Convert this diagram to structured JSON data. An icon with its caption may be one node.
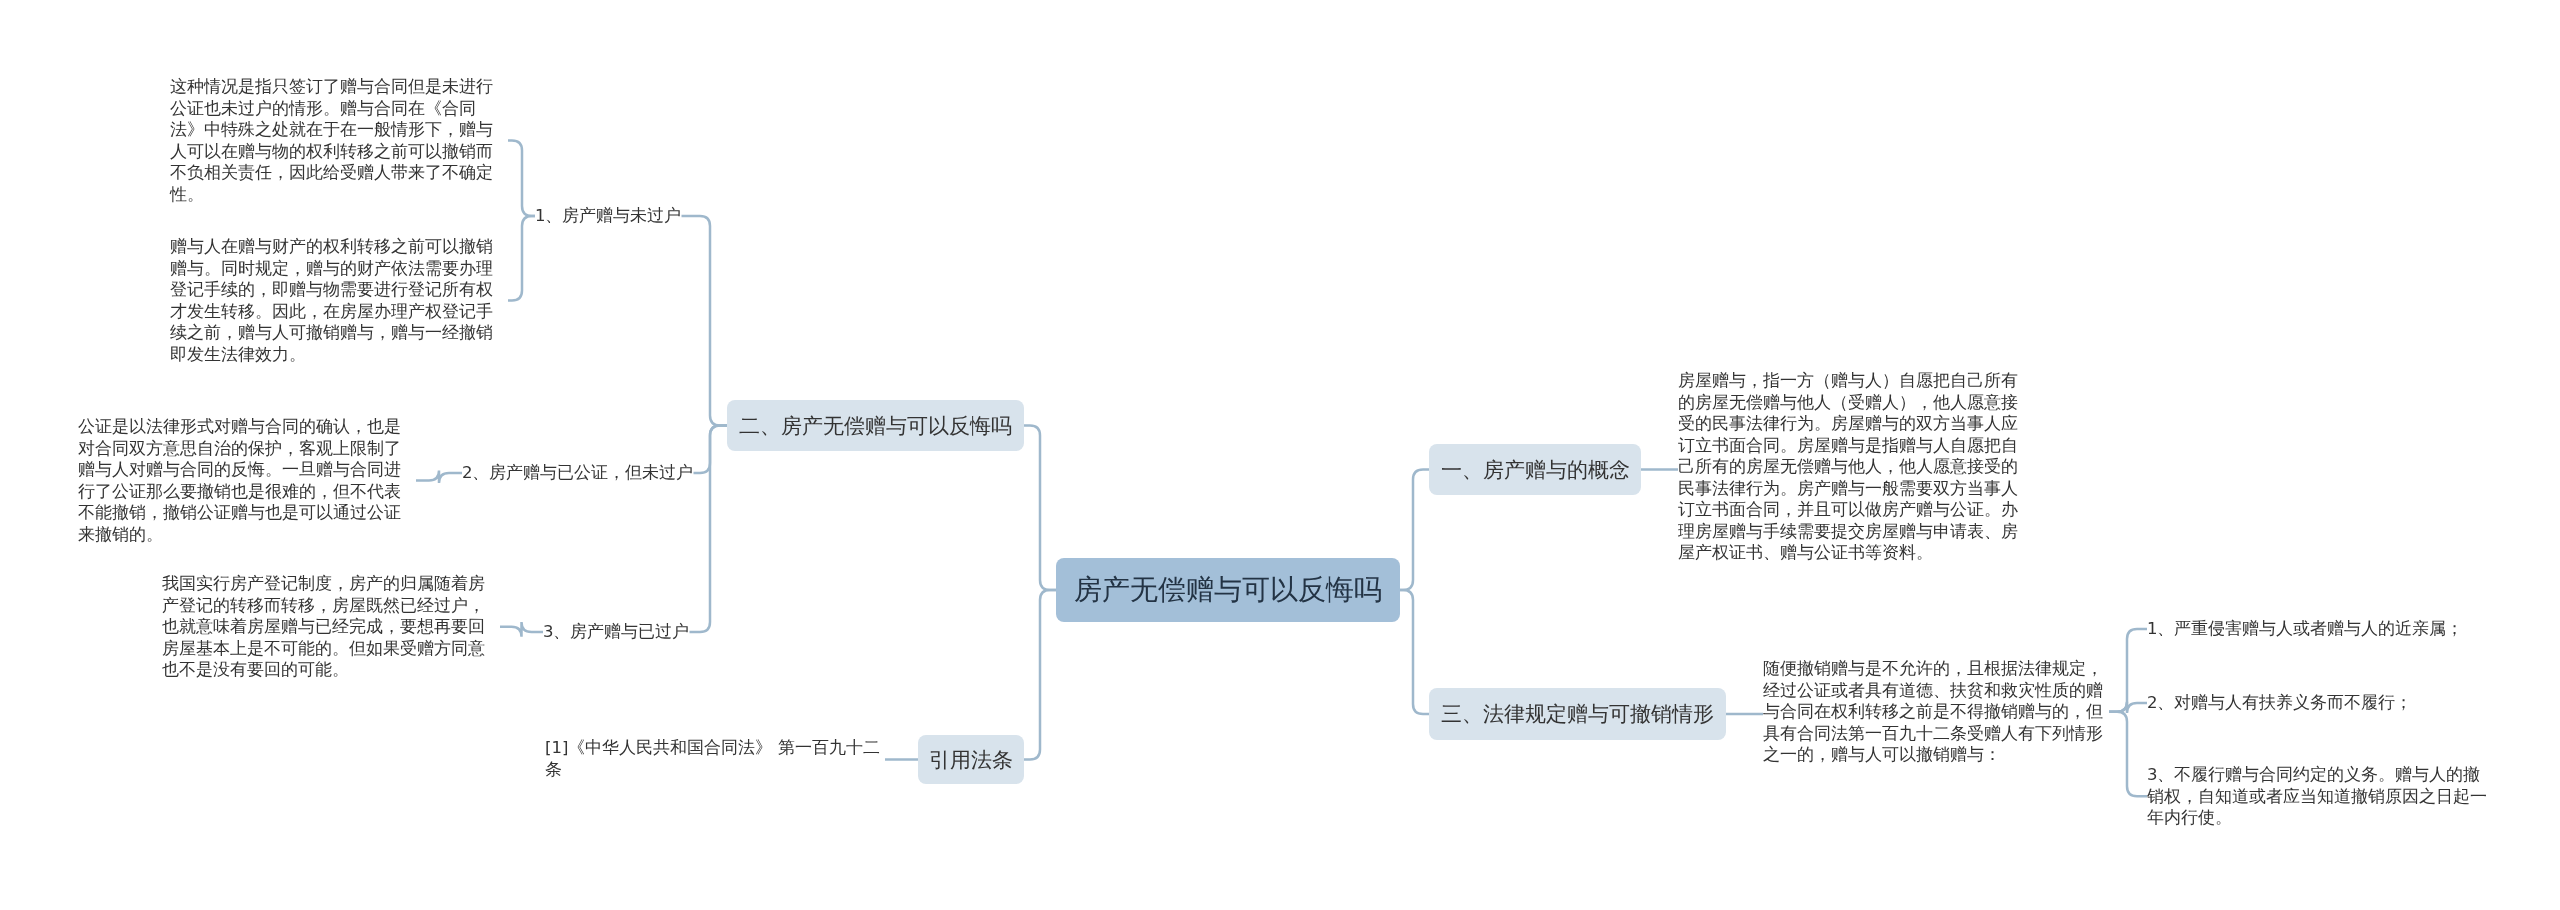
{
  "diagram": {
    "nodes": [
      {
        "text": [
          "房产无偿赠与可以反悔吗"
        ]
      },
      {
        "text": [
          "二、房产无偿赠与可以反悔吗"
        ]
      },
      {
        "text": [
          "1、房产赠与未过户"
        ]
      },
      {
        "text": [
          "这种情况是指只签订了赠与合同但是未进行公证也未过户的情形。赠与合同在《合同法》中特殊之处就在于在一般情形下，赠与人可以在赠与物的权利转移之前可以撤销而不负相关责任，因此给受赠人带来了不确定性。"
        ]
      },
      {
        "text": [
          "赠与人在赠与财产的权利转移之前可以撤销赠与。同时规定，赠与的财产依法需要办理登记手续的，即赠与物需要进行登记所有权才发生转移。因此，在房屋办理产权登记手续之前，赠与人可撤销赠与，赠与一经撤销即发生法律效力。"
        ]
      },
      {
        "text": [
          "2、房产赠与已公证，但未过户"
        ]
      },
      {
        "text": [
          "公证是以法律形式对赠与合同的确认，也是对合同双方意思自治的保护，客观上限制了赠与人对赠与合同的反悔。一旦赠与合同进行了公证那么要撤销也是很难的，但不代表不能撤销，撤销公证赠与也是可以通过公证来撤销的。"
        ]
      },
      {
        "text": [
          "3、房产赠与已过户"
        ]
      },
      {
        "text": [
          "我国实行房产登记制度，房产的归属随着房产登记的转移而转移，房屋既然已经过户，也就意味着房屋赠与已经完成，要想再要回房屋基本上是不可能的。但如果受赠方同意也不是没有要回的可能。"
        ]
      },
      {
        "text": [
          "引用法条"
        ]
      },
      {
        "text": [
          "[1]《中华人民共和国合同法》 第一百九十二条"
        ]
      },
      {
        "text": [
          "一、房产赠与的概念"
        ]
      },
      {
        "text": [
          "房屋赠与，指一方（赠与人）自愿把自己所有的房屋无偿赠与他人（受赠人），他人愿意接受的民事法律行为。房屋赠与的双方当事人应订立书面合同。房屋赠与是指赠与人自愿把自己所有的房屋无偿赠与他人，他人愿意接受的民事法律行为。房产赠与一般需要双方当事人订立书面合同，并且可以做房产赠与公证。办理房屋赠与手续需要提交房屋赠与申请表、房屋产权证书、赠与公证书等资料。"
        ]
      },
      {
        "text": [
          "三、法律规定赠与可撤销情形"
        ]
      },
      {
        "text": [
          "随便撤销赠与是不允许的，且根据法律规定，经过公证或者具有道德、扶贫和救灾性质的赠与合同在权利转移之前是不得撤销赠与的，但具有合同法第一百九十二条受赠人有下列情形之一的，赠与人可以撤销赠与："
        ]
      },
      {
        "text": [
          "1、严重侵害赠与人或者赠与人的近亲属；"
        ]
      },
      {
        "text": [
          "2、对赠与人有扶养义务而不履行；"
        ]
      },
      {
        "text": [
          "3、不履行赠与合同约定的义务。赠与人的撤销权，自知道或者应当知道撤销原因之日起一年内行使。"
        ]
      }
    ],
    "edges": [
      {
        "from": 0,
        "to": 1,
        "arrow": "none"
      },
      {
        "from": 1,
        "to": 2,
        "arrow": "none"
      },
      {
        "from": 2,
        "to": 3,
        "arrow": "none"
      },
      {
        "from": 2,
        "to": 4,
        "arrow": "none"
      },
      {
        "from": 1,
        "to": 5,
        "arrow": "none"
      },
      {
        "from": 5,
        "to": 6,
        "arrow": "none"
      },
      {
        "from": 1,
        "to": 7,
        "arrow": "none"
      },
      {
        "from": 7,
        "to": 8,
        "arrow": "none"
      },
      {
        "from": 0,
        "to": 9,
        "arrow": "none"
      },
      {
        "from": 9,
        "to": 10,
        "arrow": "none"
      },
      {
        "from": 0,
        "to": 11,
        "arrow": "none"
      },
      {
        "from": 11,
        "to": 12,
        "arrow": "none"
      },
      {
        "from": 0,
        "to": 13,
        "arrow": "none"
      },
      {
        "from": 13,
        "to": 14,
        "arrow": "none"
      },
      {
        "from": 14,
        "to": 15,
        "arrow": "none"
      },
      {
        "from": 14,
        "to": 16,
        "arrow": "none"
      },
      {
        "from": 14,
        "to": 17,
        "arrow": "none"
      }
    ]
  }
}
